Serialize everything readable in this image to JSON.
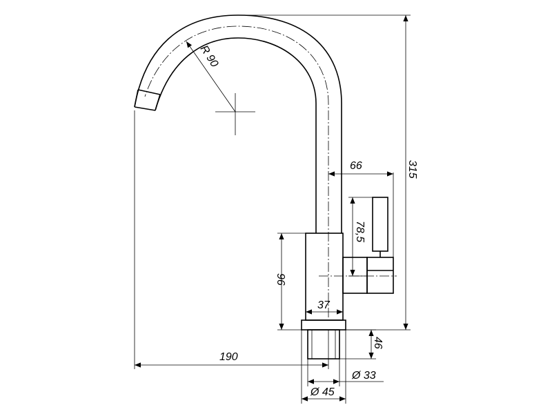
{
  "dimensions": {
    "radius": "R 90",
    "spout_reach": "66",
    "handle_height": "78,5",
    "body_height": "96",
    "body_width": "37",
    "total_height": "315",
    "total_reach": "190",
    "thread_height": "46",
    "thread_diameter": "Ø 33",
    "base_diameter": "Ø 45"
  }
}
